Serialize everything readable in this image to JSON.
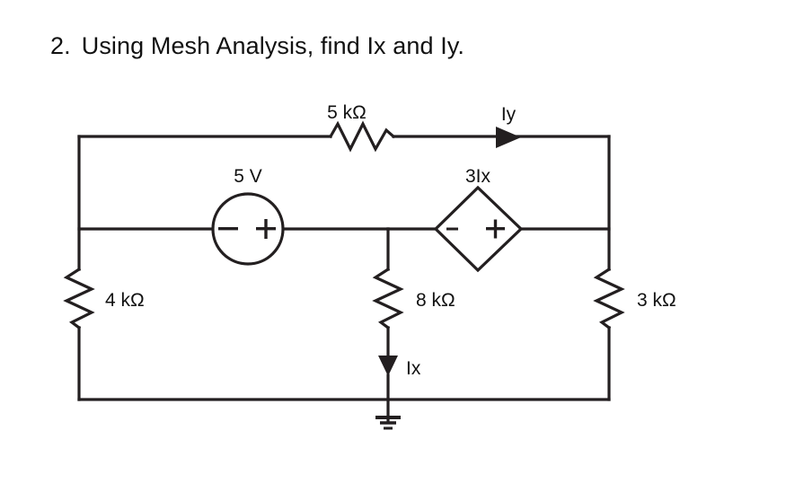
{
  "question": {
    "number": "2.",
    "text": "Using Mesh Analysis, find Ix and Iy."
  },
  "circuit": {
    "title": "Mesh analysis circuit schematic",
    "line_color": "#231f20",
    "text_color": "#111111",
    "background": "#ffffff",
    "components": {
      "r_left": {
        "label": "4 kΩ",
        "type": "resistor",
        "orientation": "vertical"
      },
      "r_top": {
        "label": "5 kΩ",
        "type": "resistor",
        "orientation": "horizontal"
      },
      "r_middle": {
        "label": "8 kΩ",
        "type": "resistor",
        "orientation": "vertical"
      },
      "r_right": {
        "label": "3 kΩ",
        "type": "resistor",
        "orientation": "vertical"
      },
      "v_source": {
        "label": "5 V",
        "type": "independent-voltage-source",
        "shape": "circle",
        "terminal_left": "−",
        "terminal_right": "+"
      },
      "dep_source": {
        "label": "3Ix",
        "type": "dependent-voltage-source",
        "shape": "diamond",
        "terminal_left": "-",
        "terminal_right": "+"
      },
      "ground": {
        "label": "",
        "type": "ground-symbol"
      }
    },
    "currents": {
      "iy": {
        "label": "Iy",
        "direction": "right"
      },
      "ix": {
        "label": "Ix",
        "direction": "down"
      }
    }
  }
}
